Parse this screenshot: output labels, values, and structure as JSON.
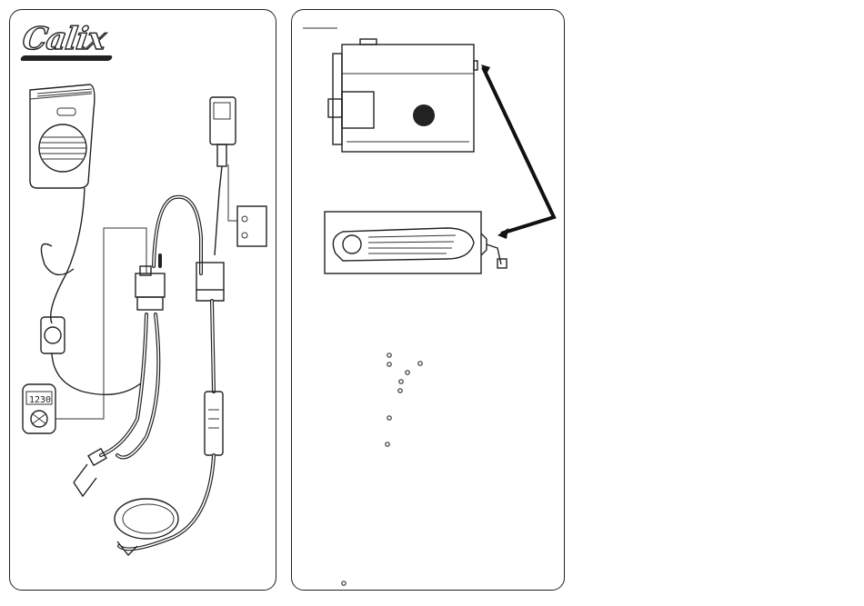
{
  "brand": {
    "logo_text": "Calix",
    "ink_color": "#222222",
    "background": "#ffffff"
  },
  "left_panel": {
    "components": [
      {
        "name": "fan-heater",
        "icon": "fan-heater-icon"
      },
      {
        "name": "control-unit",
        "icon": "control-box-icon"
      },
      {
        "name": "timer-remote",
        "icon": "timer-remote-icon",
        "display": "1230"
      },
      {
        "name": "wall-plug",
        "icon": "plug-icon"
      },
      {
        "name": "engine-heater-plug",
        "icon": "connector-icon"
      },
      {
        "name": "vehicle-inlet",
        "icon": "inlet-icon"
      }
    ]
  },
  "right_panel": {
    "components": [
      {
        "name": "engine-block",
        "icon": "engine-icon"
      },
      {
        "name": "block-heater",
        "icon": "heater-element-icon"
      }
    ],
    "bullet_count": 10
  }
}
